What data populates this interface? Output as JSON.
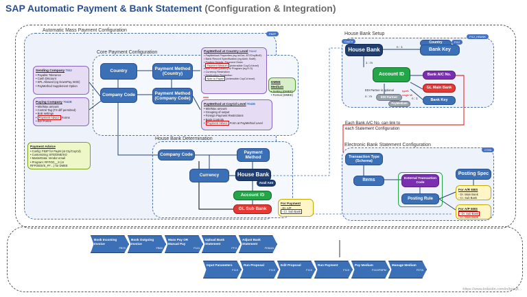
{
  "title": {
    "main": "SAP Automatic Payment & Bank Statement",
    "sub": "(Configuration & Integration)"
  },
  "regions": {
    "amp": {
      "label": "Automatic Mass Payment Configuration",
      "tag": "FBZP"
    },
    "core": {
      "label": "Core Payment Configuration"
    },
    "hbd": {
      "label": "House Bank Determination"
    },
    "hbs": {
      "label": "House Bank Setup",
      "tag_cocd": "CoyCd",
      "tag_fi": "FI12_HBANK",
      "tag_fi2": "FI12"
    },
    "ebs": {
      "label": "Electronic Bank Statement Configuration",
      "tag": "OT83"
    }
  },
  "core": {
    "country": "Country",
    "company_code": "Company Code",
    "pm_country": "Payment Method (Country)",
    "pm_company": "Payment Method (Company Code)"
  },
  "notes": {
    "sending": {
      "title": "Sending Company",
      "code": "T042",
      "lines": [
        "• Payable Tolerance",
        "• Cash Discount",
        "• SPL Allowed (eg DownPay, BOE)",
        "• PayMethod Supplement Option"
      ]
    },
    "paying": {
      "title": "Paying Company",
      "code": "T042B",
      "lines": [
        "• Min/Max amount",
        "• Control Tag (FX diff permitted)",
        "• BoE settings"
      ],
      "advice": "Payment Advice",
      "advice_suffix": " Forms",
      "last": "• EDI Forms"
    },
    "pm_country": {
      "title": "PayMethod at Country Level",
      "code": "T042Z",
      "lines": [
        "• PayMethod Properties (eg In/Out, BT/Chq/BoE)",
        "• Bank Record Specification (eg Addr, Swift)",
        "• Posting Details, Payment Order"
      ],
      "medium": "Payment Medium",
      "medium_suffix": " (extensible CoyCd level)",
      "lines2": [
        "either PMW (DMEE) or Program (eg E.D)",
        "• Currency Restriction",
        "• Destination Restriction"
      ],
      "payee": "Note to Payee",
      "payee_suffix": " (extensible CoyCd level)"
    },
    "dmee": {
      "title": "DMEE Medium",
      "lines": [
        "• Setting (DMEE)",
        "• Format (DMEE)"
      ]
    },
    "pm_company": {
      "title": "PayMethod at CoyCd Level",
      "code": "T042E",
      "lines": [
        "• Min/Max amount",
        "• Grouping of output",
        "• Foreign Payment Restrictions",
        "• Bank Controls"
      ],
      "advice": "Payment Advice",
      "advice_suffix": " Form at PayMethod Level"
    },
    "payment_advice": {
      "title": "Payment Advice",
      "lines": [
        "• Config: F82P for PayM (at Cty/CoyCd)",
        "• Customizing: BTE/DME/SO",
        "• MasterData: Vendor email",
        "• Program: RFFOD__S (or RFFOEDI/S_FF…) for DMEE"
      ]
    },
    "for_payment": {
      "title": "For Payment",
      "lines": [
        "- Dr. A/P"
      ],
      "highlight": "- Cr. Sub Bank"
    },
    "ar": {
      "title": "For A/R EBS",
      "lines": [
        "- Dr. Main Bank",
        "- Cr. Sub Bank"
      ]
    },
    "ap": {
      "title": "For A/P EBS",
      "highlight": "- Dr. Sub Bank",
      "lines": [
        "- Cr. Main Bank"
      ]
    }
  },
  "hbd": {
    "company_code": "Company Code",
    "payment_method": "Payment Method",
    "currency": "Currency",
    "house_bank": "House Bank",
    "avail_amt": "Avail Amt",
    "account_id": "Account ID",
    "gl_sub_bank": "GL Sub Bank"
  },
  "hbs": {
    "house_bank": "House Bank",
    "bank_key": "Bank Key",
    "country": "Country",
    "n1": "n : 1",
    "m1": "1 : m",
    "n1b": "n : 1",
    "account_id": "Account ID",
    "bank_ac": "Bank A/C No.",
    "gl_main": "GL Main Bank",
    "bank_key2": "Bank Key",
    "edi_note": "EDI Partner is optional",
    "nm": "n : m",
    "edi_partner": "EDI Partner",
    "paymedium": "PayMedium",
    "typeB": "typeB",
    "single": "single MI"
  },
  "link_note": [
    "Each Bank A/C No. can link to",
    "each Statement Configuration"
  ],
  "ebs": {
    "transaction_type": "Transaction Type (Schema)",
    "items": "Items",
    "ext_code": "External Transaction Code",
    "posting_rule": "Posting Rule",
    "posting_spec": "Posting Spec"
  },
  "process_top": [
    {
      "label": "Book Incoming Invoice",
      "tc": "FB70"
    },
    {
      "label": "Book Outgoing Invoice",
      "tc": "FB60"
    },
    {
      "label": "Mass Pay OR Manual Pay",
      "tc": "F110"
    },
    {
      "label": "Upload Bank Statement",
      "tc": "FF.5"
    },
    {
      "label": "Adjust Bank Statement",
      "tc": "FEBAN"
    }
  ],
  "process_bottom": [
    {
      "label": "Input Parameters",
      "tc": "F110"
    },
    {
      "label": "Run Proposal",
      "tc": "F110"
    },
    {
      "label": "Edit Proposal",
      "tc": "F110"
    },
    {
      "label": "Run Payment",
      "tc": "F110"
    },
    {
      "label": "Pay Medium",
      "tc": "F110/FBPM"
    },
    {
      "label": "Manage Medium",
      "tc": "FDTA"
    }
  ],
  "watermark": "https://www.linkedin.com/in/benyt..."
}
